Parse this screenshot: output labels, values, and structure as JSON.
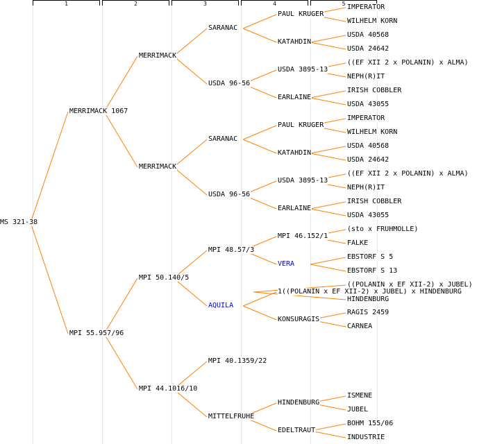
{
  "columns": [
    "1",
    "2",
    "3",
    "4",
    "5"
  ],
  "colors": {
    "link": "#ff8000",
    "highlight": "#0000cc",
    "text": "#000000"
  },
  "nodes": [
    {
      "id": "g0",
      "label": "MS 321-38"
    },
    {
      "id": "g1a",
      "label": "MERRIMACK 1067"
    },
    {
      "id": "g1b",
      "label": "MPI 55.957/96"
    },
    {
      "id": "g2a",
      "label": "MERRIMACK"
    },
    {
      "id": "g2b",
      "label": "MERRIMACK"
    },
    {
      "id": "g2c",
      "label": "MPI 50.140/5"
    },
    {
      "id": "g2d",
      "label": "MPI 44.1016/10"
    },
    {
      "id": "g3a",
      "label": "SARANAC"
    },
    {
      "id": "g3b",
      "label": "USDA 96-56"
    },
    {
      "id": "g3c",
      "label": "SARANAC"
    },
    {
      "id": "g3d",
      "label": "USDA 96-56"
    },
    {
      "id": "g3e",
      "label": "MPI 48.57/3"
    },
    {
      "id": "g3f",
      "label": "AQUILA",
      "highlight": true
    },
    {
      "id": "g3g",
      "label": "MPI 40.1359/22"
    },
    {
      "id": "g3h",
      "label": "MITTELFRUHE"
    },
    {
      "id": "g4a",
      "label": "PAUL KRUGER"
    },
    {
      "id": "g4b",
      "label": "KATAHDIN"
    },
    {
      "id": "g4c",
      "label": "USDA 3895-13"
    },
    {
      "id": "g4d",
      "label": "EARLAINE"
    },
    {
      "id": "g4e",
      "label": "PAUL KRUGER"
    },
    {
      "id": "g4f",
      "label": "KATAHDIN"
    },
    {
      "id": "g4g",
      "label": "USDA 3895-13"
    },
    {
      "id": "g4h",
      "label": "EARLAINE"
    },
    {
      "id": "g4i",
      "label": "MPI 46.152/1"
    },
    {
      "id": "g4j",
      "label": "VERA",
      "highlight": true
    },
    {
      "id": "g4k",
      "label": "1((POLANIN x EF XII-2) x JUBEL) x HINDENBURG"
    },
    {
      "id": "g4l",
      "label": "KONSURAGIS"
    },
    {
      "id": "g4m",
      "label": "HINDENBURG"
    },
    {
      "id": "g4n",
      "label": "EDELTRAUT"
    },
    {
      "id": "g5a",
      "label": "IMPERATOR"
    },
    {
      "id": "g5b",
      "label": "WILHELM KORN"
    },
    {
      "id": "g5c",
      "label": "USDA 40568"
    },
    {
      "id": "g5d",
      "label": "USDA 24642"
    },
    {
      "id": "g5e",
      "label": "((EF XII 2 x POLANIN) x ALMA)"
    },
    {
      "id": "g5f",
      "label": "NEPH(R)IT"
    },
    {
      "id": "g5g",
      "label": "IRISH COBBLER"
    },
    {
      "id": "g5h",
      "label": "USDA 43055"
    },
    {
      "id": "g5i",
      "label": "IMPERATOR"
    },
    {
      "id": "g5j",
      "label": "WILHELM KORN"
    },
    {
      "id": "g5k",
      "label": "USDA 40568"
    },
    {
      "id": "g5l",
      "label": "USDA 24642"
    },
    {
      "id": "g5m",
      "label": "((EF XII 2 x POLANIN) x ALMA)"
    },
    {
      "id": "g5n",
      "label": "NEPH(R)IT"
    },
    {
      "id": "g5o",
      "label": "IRISH COBBLER"
    },
    {
      "id": "g5p",
      "label": "USDA 43055"
    },
    {
      "id": "g5q",
      "label": "(sto x FRUHMOLLE)"
    },
    {
      "id": "g5r",
      "label": "FALKE"
    },
    {
      "id": "g5s",
      "label": "EBSTORF S 5"
    },
    {
      "id": "g5t",
      "label": "EBSTORF S 13"
    },
    {
      "id": "g5u",
      "label": "((POLANIN x EF XII-2) x JUBEL)"
    },
    {
      "id": "g5v",
      "label": "HINDENBURG"
    },
    {
      "id": "g5w",
      "label": "RAGIS 2459"
    },
    {
      "id": "g5x",
      "label": "CARNEA"
    },
    {
      "id": "g5y",
      "label": "ISMENE"
    },
    {
      "id": "g5z",
      "label": "JUBEL"
    },
    {
      "id": "g5aa",
      "label": "BOHM 155/06"
    },
    {
      "id": "g5ab",
      "label": "INDUSTRIE"
    }
  ],
  "edges": [
    [
      "g0",
      "g1a"
    ],
    [
      "g0",
      "g1b"
    ],
    [
      "g1a",
      "g2a"
    ],
    [
      "g1a",
      "g2b"
    ],
    [
      "g1b",
      "g2c"
    ],
    [
      "g1b",
      "g2d"
    ],
    [
      "g2a",
      "g3a"
    ],
    [
      "g2a",
      "g3b"
    ],
    [
      "g2b",
      "g3c"
    ],
    [
      "g2b",
      "g3d"
    ],
    [
      "g2c",
      "g3e"
    ],
    [
      "g2c",
      "g3f"
    ],
    [
      "g2d",
      "g3g"
    ],
    [
      "g2d",
      "g3h"
    ],
    [
      "g3a",
      "g4a"
    ],
    [
      "g3a",
      "g4b"
    ],
    [
      "g3b",
      "g4c"
    ],
    [
      "g3b",
      "g4d"
    ],
    [
      "g3c",
      "g4e"
    ],
    [
      "g3c",
      "g4f"
    ],
    [
      "g3d",
      "g4g"
    ],
    [
      "g3d",
      "g4h"
    ],
    [
      "g3e",
      "g4i"
    ],
    [
      "g3e",
      "g4j"
    ],
    [
      "g3f",
      "g4k"
    ],
    [
      "g3f",
      "g4l"
    ],
    [
      "g3h",
      "g4m"
    ],
    [
      "g3h",
      "g4n"
    ],
    [
      "g4a",
      "g5a"
    ],
    [
      "g4a",
      "g5b"
    ],
    [
      "g4b",
      "g5c"
    ],
    [
      "g4b",
      "g5d"
    ],
    [
      "g4c",
      "g5e"
    ],
    [
      "g4c",
      "g5f"
    ],
    [
      "g4d",
      "g5g"
    ],
    [
      "g4d",
      "g5h"
    ],
    [
      "g4e",
      "g5i"
    ],
    [
      "g4e",
      "g5j"
    ],
    [
      "g4f",
      "g5k"
    ],
    [
      "g4f",
      "g5l"
    ],
    [
      "g4g",
      "g5m"
    ],
    [
      "g4g",
      "g5n"
    ],
    [
      "g4h",
      "g5o"
    ],
    [
      "g4h",
      "g5p"
    ],
    [
      "g4i",
      "g5q"
    ],
    [
      "g4i",
      "g5r"
    ],
    [
      "g4j",
      "g5s"
    ],
    [
      "g4j",
      "g5t"
    ],
    [
      "g4k",
      "g5u"
    ],
    [
      "g4k",
      "g5v"
    ],
    [
      "g4l",
      "g5w"
    ],
    [
      "g4l",
      "g5x"
    ],
    [
      "g4m",
      "g5y"
    ],
    [
      "g4m",
      "g5z"
    ],
    [
      "g4n",
      "g5aa"
    ],
    [
      "g4n",
      "g5ab"
    ]
  ]
}
